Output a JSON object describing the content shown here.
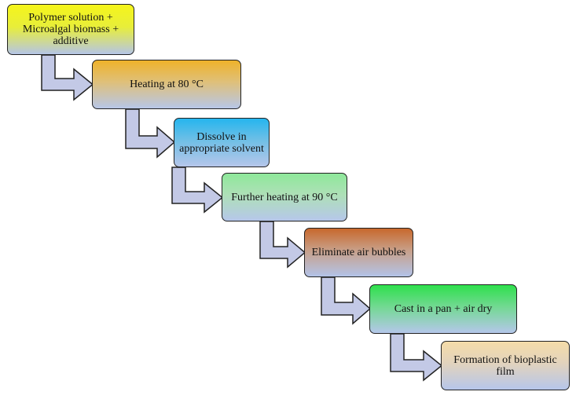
{
  "steps": [
    {
      "label": "Polymer solution + Microalgal biomass + additive"
    },
    {
      "label": "Heating at 80 °C"
    },
    {
      "label": "Dissolve in appropriate solvent"
    },
    {
      "label": "Further heating at 90 °C"
    },
    {
      "label": "Eliminate air bubbles"
    },
    {
      "label": "Cast in a pan + air dry"
    },
    {
      "label": "Formation of bioplastic film"
    }
  ],
  "colors": {
    "arrow_fill": "#c3c9e6",
    "arrow_stroke": "#222222"
  }
}
